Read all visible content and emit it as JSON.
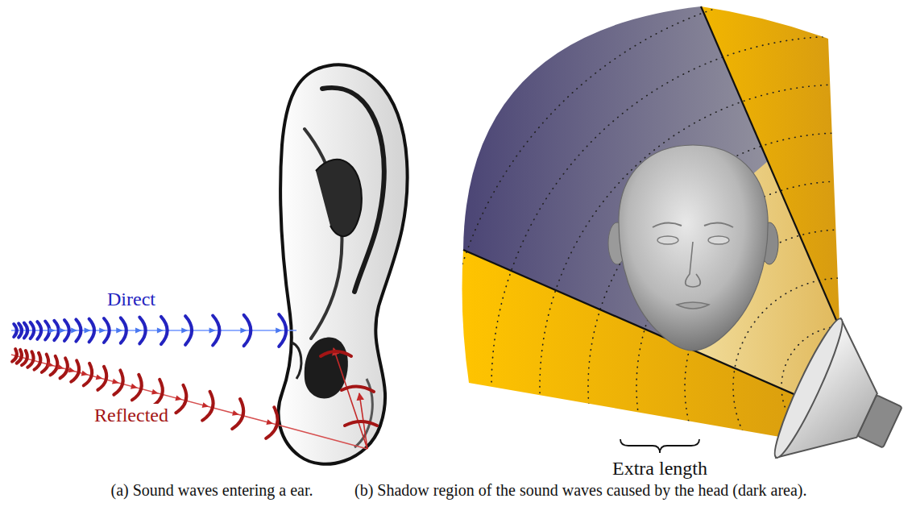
{
  "diagram": {
    "labels": [
      "Direct",
      "Reflected",
      "Extra length",
      "(a) Sound waves entering a ear.",
      "(b) Shadow region of the sound waves caused by the head (dark area)."
    ]
  }
}
